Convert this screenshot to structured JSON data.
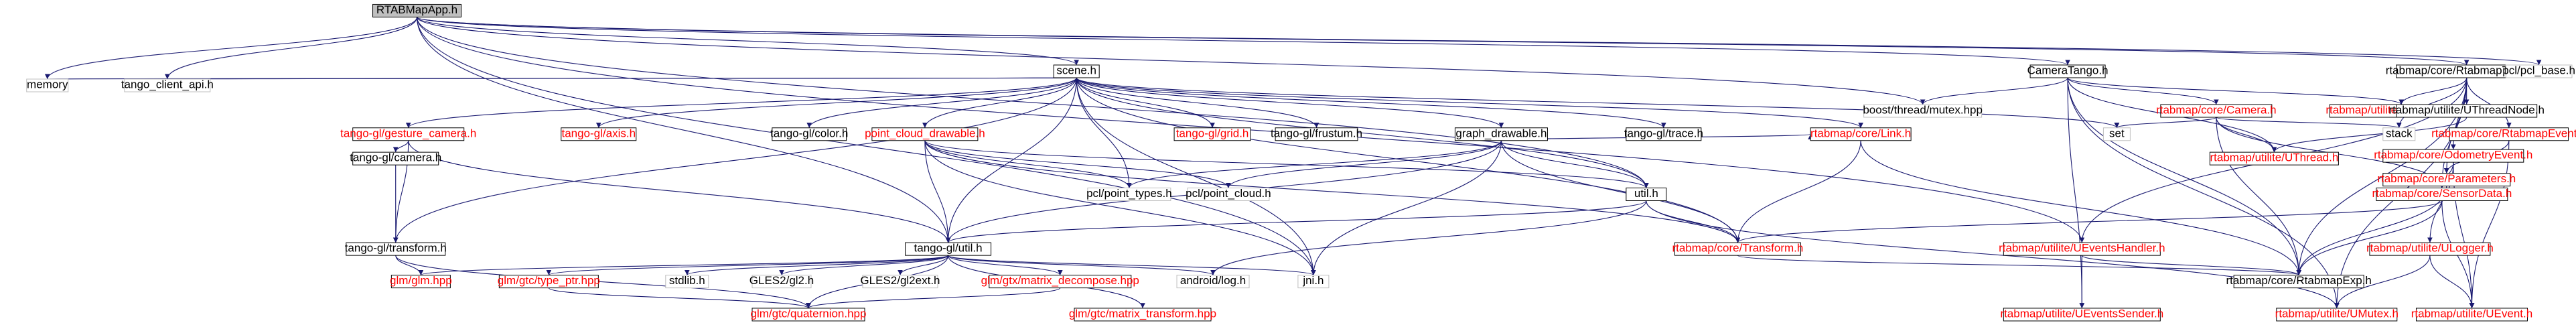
{
  "colors": {
    "edge": "#191970",
    "box_border_documented": "#000000",
    "box_border_undocumented": "#bfbfbf",
    "text_documented": "#000000",
    "text_external": "#ff0000",
    "root_fill": "#bfbfbf",
    "box_fill": "#ffffff"
  },
  "nodes": [
    {
      "id": "root",
      "label": "RTABMapApp.h",
      "kind": "root"
    },
    {
      "id": "memory",
      "label": "memory",
      "kind": "undoc"
    },
    {
      "id": "tango_client_api",
      "label": "tango_client_api.h",
      "kind": "undoc"
    },
    {
      "id": "scene",
      "label": "scene.h",
      "kind": "doc"
    },
    {
      "id": "gesture_camera",
      "label": "tango-gl/gesture_camera.h",
      "kind": "ext"
    },
    {
      "id": "axis",
      "label": "tango-gl/axis.h",
      "kind": "ext"
    },
    {
      "id": "color",
      "label": "tango-gl/color.h",
      "kind": "doc"
    },
    {
      "id": "point_cloud_drawable",
      "label": "point_cloud_drawable.h",
      "kind": "ext"
    },
    {
      "id": "grid",
      "label": "tango-gl/grid.h",
      "kind": "ext"
    },
    {
      "id": "frustum",
      "label": "tango-gl/frustum.h",
      "kind": "doc"
    },
    {
      "id": "graph_drawable",
      "label": "graph_drawable.h",
      "kind": "doc"
    },
    {
      "id": "trace",
      "label": "tango-gl/trace.h",
      "kind": "doc"
    },
    {
      "id": "tg_camera",
      "label": "tango-gl/camera.h",
      "kind": "doc"
    },
    {
      "id": "pcl_point_types",
      "label": "pcl/point_types.h",
      "kind": "undoc"
    },
    {
      "id": "pcl_point_cloud",
      "label": "pcl/point_cloud.h",
      "kind": "undoc"
    },
    {
      "id": "util_h",
      "label": "util.h",
      "kind": "doc"
    },
    {
      "id": "link",
      "label": "rtabmap/core/Link.h",
      "kind": "ext"
    },
    {
      "id": "tg_transform",
      "label": "tango-gl/transform.h",
      "kind": "doc"
    },
    {
      "id": "tg_util",
      "label": "tango-gl/util.h",
      "kind": "doc"
    },
    {
      "id": "rt_transform",
      "label": "rtabmap/core/Transform.h",
      "kind": "ext"
    },
    {
      "id": "ueventshandler",
      "label": "rtabmap/utilite/UEventsHandler.h",
      "kind": "ext"
    },
    {
      "id": "glm",
      "label": "glm/glm.hpp",
      "kind": "ext"
    },
    {
      "id": "type_ptr",
      "label": "glm/gtc/type_ptr.hpp",
      "kind": "ext"
    },
    {
      "id": "stdlib",
      "label": "stdlib.h",
      "kind": "undoc"
    },
    {
      "id": "gles2",
      "label": "GLES2/gl2.h",
      "kind": "undoc"
    },
    {
      "id": "gles2ext",
      "label": "GLES2/gl2ext.h",
      "kind": "undoc"
    },
    {
      "id": "matrix_decompose",
      "label": "glm/gtx/matrix_decompose.hpp",
      "kind": "ext"
    },
    {
      "id": "android_log",
      "label": "android/log.h",
      "kind": "undoc"
    },
    {
      "id": "jni",
      "label": "jni.h",
      "kind": "undoc"
    },
    {
      "id": "quaternion",
      "label": "glm/gtc/quaternion.hpp",
      "kind": "ext"
    },
    {
      "id": "matrix_transform",
      "label": "glm/gtc/matrix_transform.hpp",
      "kind": "ext"
    },
    {
      "id": "ueventssender",
      "label": "rtabmap/utilite/UEventsSender.h",
      "kind": "ext"
    },
    {
      "id": "rtabmapexp",
      "label": "rtabmap/core/RtabmapExp.h",
      "kind": "doc"
    },
    {
      "id": "camera_tango",
      "label": "CameraTango.h",
      "kind": "doc"
    },
    {
      "id": "boost_mutex",
      "label": "boost/thread/mutex.hpp",
      "kind": "undoc"
    },
    {
      "id": "rt_camera",
      "label": "rtabmap/core/Camera.h",
      "kind": "ext"
    },
    {
      "id": "set",
      "label": "set",
      "kind": "undoc"
    },
    {
      "id": "stack",
      "label": "stack",
      "kind": "undoc"
    },
    {
      "id": "usemaphore",
      "label": "rtabmap/utilite/USemaphore.h",
      "kind": "ext"
    },
    {
      "id": "uthread",
      "label": "rtabmap/utilite/UThread.h",
      "kind": "ext"
    },
    {
      "id": "rtabmap_thread",
      "label": "rtabmap/core/RtabmapThread.h",
      "kind": "doc"
    },
    {
      "id": "uthreadnode",
      "label": "rtabmap/utilite/UThreadNode.h",
      "kind": "doc"
    },
    {
      "id": "odometry_event",
      "label": "rtabmap/core/OdometryEvent.h",
      "kind": "ext"
    },
    {
      "id": "rtabmap_event",
      "label": "rtabmap/core/RtabmapEvent.h",
      "kind": "ext"
    },
    {
      "id": "sensor_data",
      "label": "rtabmap/core/SensorData.h",
      "kind": "ext"
    },
    {
      "id": "parameters",
      "label": "rtabmap/core/Parameters.h",
      "kind": "ext"
    },
    {
      "id": "ulogger",
      "label": "rtabmap/utilite/ULogger.h",
      "kind": "ext"
    },
    {
      "id": "umutex",
      "label": "rtabmap/utilite/UMutex.h",
      "kind": "ext"
    },
    {
      "id": "uevent",
      "label": "rtabmap/utilite/UEvent.h",
      "kind": "ext"
    },
    {
      "id": "pcl_base",
      "label": "pcl/pcl_base.h",
      "kind": "undoc"
    }
  ],
  "edges": [
    [
      "root",
      "memory"
    ],
    [
      "root",
      "tango_client_api"
    ],
    [
      "root",
      "scene"
    ],
    [
      "root",
      "tg_util"
    ],
    [
      "root",
      "util_h"
    ],
    [
      "root",
      "boost_mutex"
    ],
    [
      "root",
      "camera_tango"
    ],
    [
      "root",
      "rtabmap_thread"
    ],
    [
      "root",
      "pcl_base"
    ],
    [
      "root",
      "ueventshandler"
    ],
    [
      "root",
      "jni"
    ],
    [
      "scene",
      "memory"
    ],
    [
      "scene",
      "tango_client_api"
    ],
    [
      "scene",
      "gesture_camera"
    ],
    [
      "scene",
      "axis"
    ],
    [
      "scene",
      "color"
    ],
    [
      "scene",
      "point_cloud_drawable"
    ],
    [
      "scene",
      "grid"
    ],
    [
      "scene",
      "frustum"
    ],
    [
      "scene",
      "graph_drawable"
    ],
    [
      "scene",
      "trace"
    ],
    [
      "scene",
      "tg_transform"
    ],
    [
      "scene",
      "tg_util"
    ],
    [
      "scene",
      "util_h"
    ],
    [
      "scene",
      "link"
    ],
    [
      "scene",
      "set"
    ],
    [
      "scene",
      "pcl_point_types"
    ],
    [
      "scene",
      "rt_transform"
    ],
    [
      "scene",
      "jni"
    ],
    [
      "gesture_camera",
      "tg_camera"
    ],
    [
      "gesture_camera",
      "tg_transform"
    ],
    [
      "gesture_camera",
      "tg_util"
    ],
    [
      "tg_camera",
      "tg_transform"
    ],
    [
      "tg_transform",
      "glm"
    ],
    [
      "tg_transform",
      "quaternion"
    ],
    [
      "point_cloud_drawable",
      "pcl_point_types"
    ],
    [
      "point_cloud_drawable",
      "pcl_point_cloud"
    ],
    [
      "point_cloud_drawable",
      "tg_util"
    ],
    [
      "point_cloud_drawable",
      "util_h"
    ],
    [
      "point_cloud_drawable",
      "rt_transform"
    ],
    [
      "point_cloud_drawable",
      "jni"
    ],
    [
      "graph_drawable",
      "pcl_point_types"
    ],
    [
      "graph_drawable",
      "pcl_point_cloud"
    ],
    [
      "graph_drawable",
      "util_h"
    ],
    [
      "graph_drawable",
      "tg_util"
    ],
    [
      "graph_drawable",
      "link"
    ],
    [
      "graph_drawable",
      "rt_transform"
    ],
    [
      "graph_drawable",
      "jni"
    ],
    [
      "util_h",
      "tg_util"
    ],
    [
      "util_h",
      "android_log"
    ],
    [
      "util_h",
      "rt_transform"
    ],
    [
      "util_h",
      "umutex"
    ],
    [
      "link",
      "rt_transform"
    ],
    [
      "link",
      "rtabmapexp"
    ],
    [
      "rt_transform",
      "rtabmapexp"
    ],
    [
      "tg_util",
      "glm"
    ],
    [
      "tg_util",
      "type_ptr"
    ],
    [
      "tg_util",
      "stdlib"
    ],
    [
      "tg_util",
      "gles2"
    ],
    [
      "tg_util",
      "gles2ext"
    ],
    [
      "tg_util",
      "matrix_decompose"
    ],
    [
      "tg_util",
      "android_log"
    ],
    [
      "tg_util",
      "jni"
    ],
    [
      "tg_util",
      "quaternion"
    ],
    [
      "tg_util",
      "matrix_transform"
    ],
    [
      "type_ptr",
      "quaternion"
    ],
    [
      "matrix_decompose",
      "quaternion"
    ],
    [
      "ueventshandler",
      "ueventssender"
    ],
    [
      "ueventshandler",
      "rtabmapexp"
    ],
    [
      "camera_tango",
      "boost_mutex"
    ],
    [
      "camera_tango",
      "rt_camera"
    ],
    [
      "camera_tango",
      "usemaphore"
    ],
    [
      "camera_tango",
      "uthread"
    ],
    [
      "camera_tango",
      "ueventssender"
    ],
    [
      "camera_tango",
      "rtabmapexp"
    ],
    [
      "camera_tango",
      "umutex"
    ],
    [
      "rt_camera",
      "set"
    ],
    [
      "rt_camera",
      "stack"
    ],
    [
      "rt_camera",
      "sensor_data"
    ],
    [
      "rt_camera",
      "uthread"
    ],
    [
      "rt_camera",
      "rtabmapexp"
    ],
    [
      "rtabmap_thread",
      "usemaphore"
    ],
    [
      "rtabmap_thread",
      "uthreadnode"
    ],
    [
      "rtabmap_thread",
      "stack"
    ],
    [
      "rtabmap_thread",
      "odometry_event"
    ],
    [
      "rtabmap_thread",
      "rtabmap_event"
    ],
    [
      "rtabmap_thread",
      "parameters"
    ],
    [
      "rtabmap_thread",
      "sensor_data"
    ],
    [
      "rtabmap_thread",
      "ueventshandler"
    ],
    [
      "rtabmap_thread",
      "rtabmapexp"
    ],
    [
      "rtabmap_thread",
      "umutex"
    ],
    [
      "uthreadnode",
      "uthread"
    ],
    [
      "odometry_event",
      "sensor_data"
    ],
    [
      "odometry_event",
      "ulogger"
    ],
    [
      "odometry_event",
      "uevent"
    ],
    [
      "rtabmap_event",
      "parameters"
    ],
    [
      "rtabmap_event",
      "uevent"
    ],
    [
      "sensor_data",
      "rt_transform"
    ],
    [
      "sensor_data",
      "rtabmapexp"
    ],
    [
      "sensor_data",
      "uevent"
    ],
    [
      "parameters",
      "rtabmapexp"
    ],
    [
      "ulogger",
      "umutex"
    ],
    [
      "ulogger",
      "uevent"
    ]
  ]
}
